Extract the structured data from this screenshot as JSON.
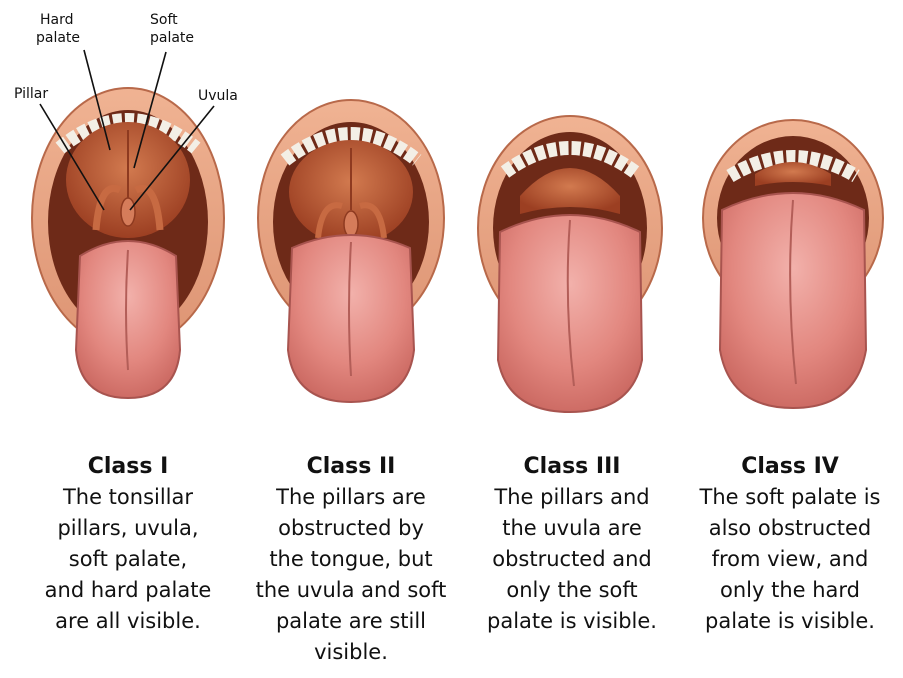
{
  "labels": {
    "hard_palate": [
      "Hard",
      "palate"
    ],
    "soft_palate": [
      "Soft",
      "palate"
    ],
    "pillar": "Pillar",
    "uvula": "Uvula"
  },
  "classes": [
    {
      "title": "Class I",
      "description": [
        "The tonsillar",
        "pillars, uvula,",
        "soft palate,",
        "and hard palate",
        "are all visible."
      ]
    },
    {
      "title": "Class II",
      "description": [
        "The pillars are",
        "obstructed by",
        "the tongue, but",
        "the uvula and soft",
        "palate are still",
        "visible."
      ]
    },
    {
      "title": "Class III",
      "description": [
        "The pillars and",
        "the uvula are",
        "obstructed and",
        "only the soft",
        "palate is visible."
      ]
    },
    {
      "title": "Class IV",
      "description": [
        "The soft palate is",
        "also obstructed",
        "from view, and",
        "only the hard",
        "palate is visible."
      ]
    }
  ],
  "colors": {
    "lip": "#e9a27f",
    "lip_edge": "#b8694a",
    "mouth_cavity": "#6e2a18",
    "palate": "#b8552e",
    "tongue": "#e58f89",
    "tongue_edge": "#a8544f",
    "teeth": "#f3efe6"
  }
}
